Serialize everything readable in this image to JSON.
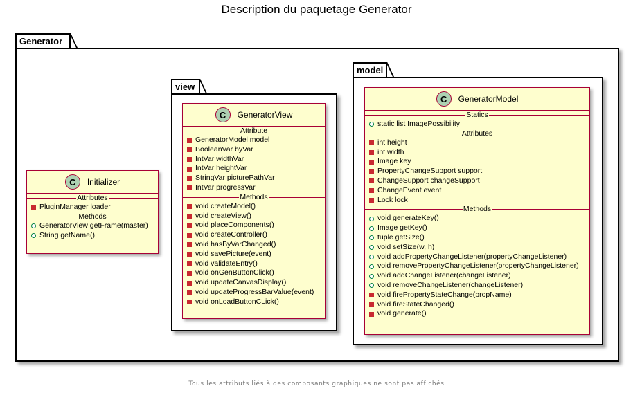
{
  "title": "Description du paquetage Generator",
  "footer": "Tous les attributs liés à des composants graphiques ne sont pas affichés",
  "packages": {
    "generator": "Generator",
    "view": "view",
    "model": "model"
  },
  "class_icon_letter": "C",
  "colors": {
    "class_fill": "#fefece",
    "class_border": "#a80036",
    "icon_fill": "#add1b2",
    "private": "#c82930",
    "public": "#038048"
  },
  "initializer": {
    "name": "Initializer",
    "sections": [
      {
        "label": "Attributes",
        "members": [
          {
            "vis": "private",
            "text": "PluginManager loader"
          }
        ]
      },
      {
        "label": "Methods",
        "members": [
          {
            "vis": "public",
            "text": "GeneratorView getFrame(master)"
          },
          {
            "vis": "public",
            "text": "String getName()"
          }
        ]
      }
    ]
  },
  "generator_view": {
    "name": "GeneratorView",
    "sections": [
      {
        "label": "Attribute",
        "members": [
          {
            "vis": "private",
            "text": "GeneratorModel model"
          },
          {
            "vis": "private",
            "text": "BooleanVar byVar"
          },
          {
            "vis": "private",
            "text": "IntVar widthVar"
          },
          {
            "vis": "private",
            "text": "IntVar heightVar"
          },
          {
            "vis": "private",
            "text": "StringVar picturePathVar"
          },
          {
            "vis": "private",
            "text": "IntVar progressVar"
          }
        ]
      },
      {
        "label": "Methods",
        "members": [
          {
            "vis": "private",
            "text": "void createModel()"
          },
          {
            "vis": "private",
            "text": "void createView()"
          },
          {
            "vis": "private",
            "text": "void placeComponents()"
          },
          {
            "vis": "private",
            "text": "void createController()"
          },
          {
            "vis": "private",
            "text": "void hasByVarChanged()"
          },
          {
            "vis": "private",
            "text": "void savePicture(event)"
          },
          {
            "vis": "private",
            "text": "void validateEntry()"
          },
          {
            "vis": "private",
            "text": "void onGenButtonClick()"
          },
          {
            "vis": "private",
            "text": "void updateCanvasDisplay()"
          },
          {
            "vis": "private",
            "text": "void updateProgressBarValue(event)"
          },
          {
            "vis": "private",
            "text": "void onLoadButtonCLick()"
          }
        ]
      }
    ]
  },
  "generator_model": {
    "name": "GeneratorModel",
    "sections": [
      {
        "label": "Statics",
        "members": [
          {
            "vis": "public",
            "text": "static list ImagePossibility"
          }
        ]
      },
      {
        "label": "Attributes",
        "members": [
          {
            "vis": "private",
            "text": "int height"
          },
          {
            "vis": "private",
            "text": "int width"
          },
          {
            "vis": "private",
            "text": "Image key"
          },
          {
            "vis": "private",
            "text": "PropertyChangeSupport support"
          },
          {
            "vis": "private",
            "text": "ChangeSupport changeSupport"
          },
          {
            "vis": "private",
            "text": "ChangeEvent event"
          },
          {
            "vis": "private",
            "text": "Lock lock"
          }
        ]
      },
      {
        "label": "Methods",
        "members": [
          {
            "vis": "public",
            "text": "void generateKey()"
          },
          {
            "vis": "public",
            "text": "Image getKey()"
          },
          {
            "vis": "public",
            "text": "tuple getSize()"
          },
          {
            "vis": "public",
            "text": "void setSize(w, h)"
          },
          {
            "vis": "public",
            "text": "void addPropertyChangeListener(propertyChangeListener)"
          },
          {
            "vis": "public",
            "text": "void removePropertyChangeListener(propertyChangeListener)"
          },
          {
            "vis": "public",
            "text": "void addChangeListener(changeListener)"
          },
          {
            "vis": "public",
            "text": "void removeChangeListener(changeListener)"
          },
          {
            "vis": "private",
            "text": "void firePropertyStateChange(propName)"
          },
          {
            "vis": "private",
            "text": "void fireStateChanged()"
          },
          {
            "vis": "private",
            "text": "void generate()"
          }
        ]
      }
    ]
  }
}
